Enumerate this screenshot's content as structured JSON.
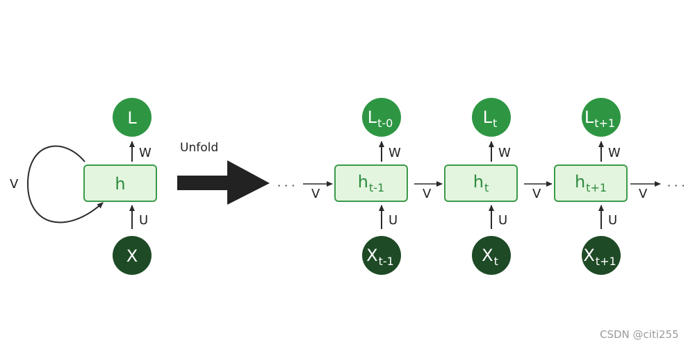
{
  "folded": {
    "output": "L",
    "hidden": "h",
    "input": "X",
    "w": "W",
    "u": "U",
    "v": "V"
  },
  "unfold_label": "Unfold",
  "ellipsis_left": "· · ·",
  "ellipsis_right": "· · ·",
  "steps": [
    {
      "L_base": "L",
      "L_sub": "t-0",
      "h_base": "h",
      "h_sub": "t-1",
      "X_base": "X",
      "X_sub": "t-1",
      "w": "W",
      "u": "U",
      "v_in": "V"
    },
    {
      "L_base": "L",
      "L_sub": "t",
      "h_base": "h",
      "h_sub": "t",
      "X_base": "X",
      "X_sub": "t",
      "w": "W",
      "u": "U",
      "v_in": "V"
    },
    {
      "L_base": "L",
      "L_sub": "t+1",
      "h_base": "h",
      "h_sub": "t+1",
      "X_base": "X",
      "X_sub": "t+1",
      "w": "W",
      "u": "U",
      "v_in": "V"
    }
  ],
  "v_out": "V",
  "watermark": "CSDN @citi255",
  "colors": {
    "output_node": "#2e9643",
    "input_node": "#1e4a26",
    "hidden_fill": "#e3f5df",
    "hidden_stroke": "#3a9a48",
    "hidden_text": "#2e8b3e",
    "arrow": "#2a2a2a"
  }
}
